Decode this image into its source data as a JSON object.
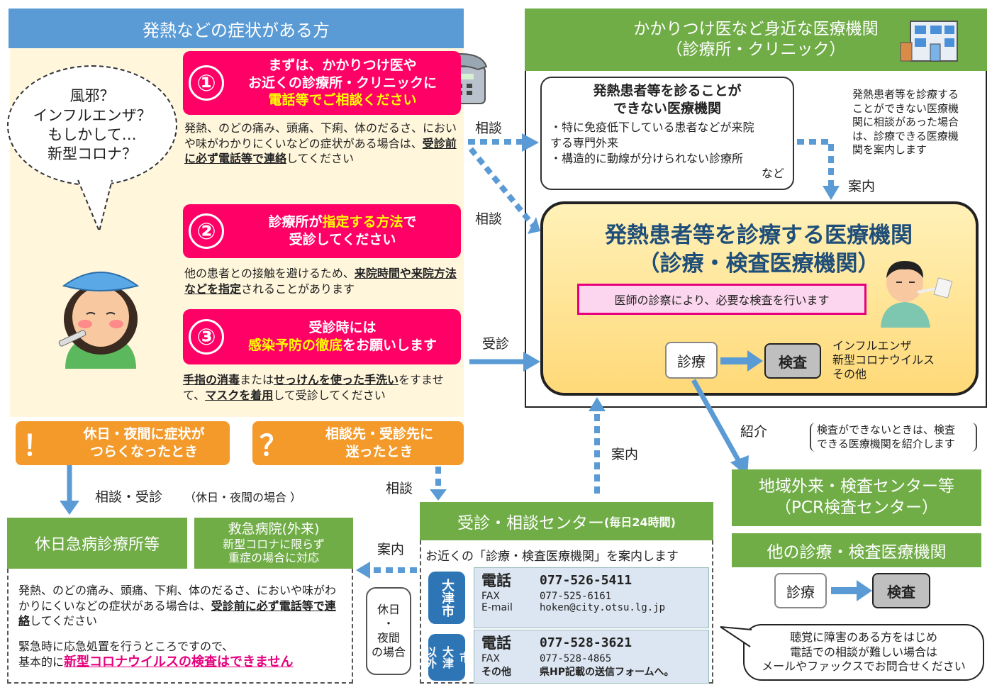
{
  "left_header": "発熱などの症状がある方",
  "right_header": {
    "line1": "かかりつけ医など身近な医療機関",
    "line2": "（診療所・クリニック）"
  },
  "bubble": {
    "l1": "風邪？",
    "l2": "インフルエンザ？",
    "l3": "もしかして…",
    "l4": "新型コロナ？"
  },
  "step1": {
    "num": "①",
    "l1": "まずは、かかりつけ医や",
    "l2": "お近くの診療所・クリニックに",
    "l3": "電話等でご相談ください",
    "desc_a": "発熱、のどの痛み、頭痛、下痢、体のだるさ、に",
    "desc_b": "おいや味がわかりにくいなどの症状がある場合",
    "desc_c": "は、",
    "desc_u": "受診前に必ず電話等で連絡",
    "desc_d": "してください"
  },
  "step2": {
    "num": "②",
    "l1a": "診療所が",
    "l1b": "指定する方法",
    "l1c": "で",
    "l2": "受診してください",
    "desc_a": "他の患者との接触を避けるため、",
    "desc_u": "来院時間や来院方法などを指定",
    "desc_b": "されることがあります"
  },
  "step3": {
    "num": "③",
    "l1": "受診時には",
    "l2a": "感染予防の徹底",
    "l2b": "をお願いします",
    "desc_u1": "手指の消毒",
    "desc_a": "または",
    "desc_u2": "せっけんを使った手洗い",
    "desc_b": "をすませて、",
    "desc_u3": "マスクを着用",
    "desc_c": "して受診してください"
  },
  "cannot_box": {
    "title1": "発熱患者等を診ることが",
    "title2": "できない医療機関",
    "b1": "・特に免疫低下している患者などが来院",
    "b1b": "する専門外来",
    "b2": "・構造的に動線が分けられない診療所",
    "b3": "など"
  },
  "right_note": {
    "l1": "発熱患者等を診療する",
    "l2": "ことができない医療機",
    "l3": "関に相談があった場合",
    "l4": "は、診療できる医療機",
    "l5": "関を案内します"
  },
  "main_box": {
    "title1": "発熱患者等を診療する医療機関",
    "title2": "（診療・検査医療機関）",
    "pink_note": "医師の診察により、必要な検査を行います",
    "shinryo": "診療",
    "kensa": "検査",
    "t1": "インフルエンザ",
    "t2": "新型コロナウイルス",
    "t3": "その他"
  },
  "arrows": {
    "soudan1": "相談",
    "soudan2": "相談",
    "annai1": "案内",
    "jushin": "受診",
    "shokai": "紹介",
    "annai2": "案内",
    "soudan3": "相談",
    "soudan_jushin": "相談・受診",
    "annai3": "案内"
  },
  "kyujitsu_note": "（休日・夜間の場合 ）",
  "kensa_note": {
    "l1": "検査ができないときは、検査",
    "l2": "できる医療機関を紹介します"
  },
  "orange1": {
    "sym": "！",
    "l1": "休日・夜間に症状が",
    "l2": "つらくなったとき"
  },
  "orange2": {
    "sym": "？",
    "l1": "相談先・受診先に",
    "l2": "迷ったとき"
  },
  "chiiki": {
    "l1": "地域外来・検査センター等",
    "l2": "（PCR検査センター）"
  },
  "other_inst": "他の診療・検査医療機関",
  "other_shinryo": "診療",
  "other_kensa": "検査",
  "kyujitsu_clinic": "休日急病診療所等",
  "kyukyu": {
    "l1": "救急病院(外来)",
    "l2": "新型コロナに限らず",
    "l3": "重症の場合に対応"
  },
  "bottom_left": {
    "a": "発熱、のどの痛み、頭痛、下痢、体のだるさ、においや味",
    "b": "がわかりにくいなどの症状がある場合は、",
    "bu": "受診前に必ず",
    "cu": "電話等で連絡",
    "c": "してください",
    "d": "緊急時に応急処置を行うところですので、",
    "e": "基本的に",
    "eu": "新型コロナウイルスの検査はできません"
  },
  "night_label": {
    "l1": "休日",
    "l2": "・",
    "l3": "夜間",
    "l4": "の場合"
  },
  "center": {
    "title": "受診・相談センター",
    "title_small": "(毎日24時間)",
    "sub": "お近くの「診療・検査医療機関」を案内します"
  },
  "otsu": {
    "tag": "大津市",
    "tel_label": "電話",
    "tel": "077-526-5411",
    "fax_label": "FAX",
    "fax": "077-525-6161",
    "email_label": "E-mail",
    "email": "hoken@city.otsu.lg.jp"
  },
  "outside": {
    "tag1": "大津",
    "tag2": "以外",
    "tag3": "市",
    "tel_label": "電話",
    "tel": "077-528-3621",
    "fax_label": "FAX",
    "fax": "077-528-4865",
    "other_label": "その他",
    "other": "県HP記載の送信フォームへ。"
  },
  "hearing": {
    "l1": "聴覚に障害のある方をはじめ",
    "l2": "電話での相談が難しい場合は",
    "l3": "メールやファックスでお問合せください"
  },
  "colors": {
    "blue": "#5b9bd5",
    "green": "#70ad47",
    "pink": "#ff0066",
    "orange": "#f39a2b",
    "cream": "#fff2cc"
  }
}
